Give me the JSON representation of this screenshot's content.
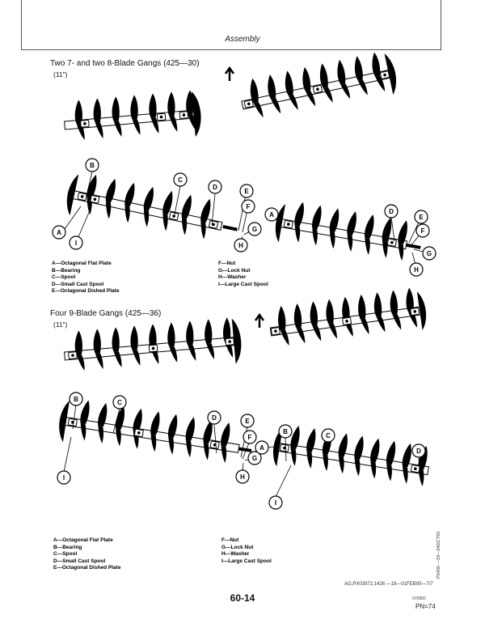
{
  "header": {
    "title": "Assembly"
  },
  "section1": {
    "title": "Two 7- and two 8-Blade Gangs   (425—30)",
    "size": "(11\")",
    "legend_left": [
      "A—Octagonal Flat Plate",
      "B—Bearing",
      "C—Spool",
      "D—Small Cast Spool",
      "E—Octagonal Dished Plate"
    ],
    "legend_right": [
      "F—Nut",
      "G—Lock Nut",
      "H—Washer",
      "I—Large Cast Spool"
    ]
  },
  "section2": {
    "title": "Four 9-Blade Gangs   (425—36)",
    "size": "(11\")",
    "legend_left": [
      "A—Octagonal Flat Plate",
      "B—Bearing",
      "C—Spool",
      "D—Small Cast Spool",
      "E—Octagonal Dished Plate"
    ],
    "legend_right": [
      "F—Nut",
      "G—Lock Nut",
      "H—Washer",
      "I—Large Cast Spool"
    ]
  },
  "callouts": {
    "a": "A",
    "b": "B",
    "c": "C",
    "d": "D",
    "e": "E",
    "f": "F",
    "g": "G",
    "h": "H",
    "i": "I"
  },
  "footer": {
    "side_code": "P5400  —19—04DCT93",
    "figure_ref": "AG,PX03972,1426  —19—01FEB00—7/7",
    "page_number": "60-14",
    "small_code": "070800",
    "pn": "PN=74"
  }
}
